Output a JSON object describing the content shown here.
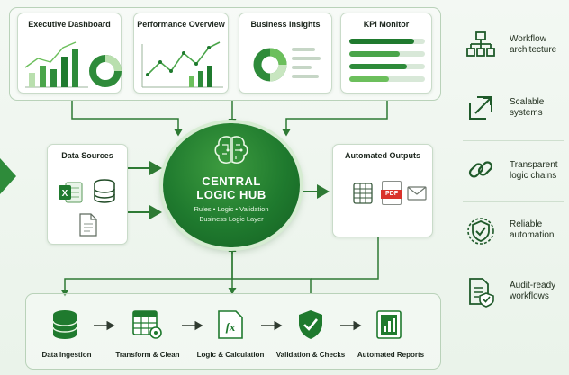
{
  "top_cards": [
    {
      "title": "Executive Dashboard"
    },
    {
      "title": "Performance Overview"
    },
    {
      "title": "Business Insights"
    },
    {
      "title": "KPI Monitor"
    }
  ],
  "data_sources": {
    "title": "Data Sources"
  },
  "hub": {
    "title_line1": "CENTRAL",
    "title_line2": "LOGIC HUB",
    "subtitle": "Rules • Logic • Validation",
    "caption": "Business Logic Layer"
  },
  "outputs": {
    "title": "Automated Outputs",
    "pdf_label": "PDF"
  },
  "pipeline": [
    {
      "label": "Data Ingestion"
    },
    {
      "label": "Transform & Clean"
    },
    {
      "label": "Logic & Calculation"
    },
    {
      "label": "Validation & Checks"
    },
    {
      "label": "Automated Reports"
    }
  ],
  "features": [
    {
      "line1": "Workflow",
      "line2": "architecture",
      "icon": "workflow-icon"
    },
    {
      "line1": "Scalable",
      "line2": "systems",
      "icon": "expand-icon"
    },
    {
      "line1": "Transparent",
      "line2": "logic chains",
      "icon": "chain-link-icon"
    },
    {
      "line1": "Reliable",
      "line2": "automation",
      "icon": "shield-check-icon"
    },
    {
      "line1": "Audit-ready",
      "line2": "workflows",
      "icon": "audit-document-icon"
    }
  ],
  "colors": {
    "primary": "#1f7a2e",
    "light": "#6cbf5c",
    "pale": "#c8e6c0",
    "pdf_red": "#d9322b"
  }
}
